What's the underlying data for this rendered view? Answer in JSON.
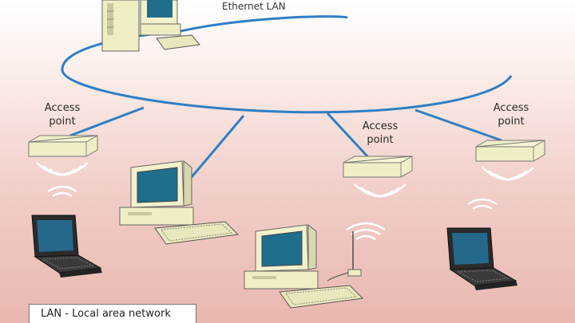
{
  "diagram": {
    "network_label": "Ethernet LAN",
    "access_points": [
      {
        "line1": "Access",
        "line2": "point"
      },
      {
        "line1": "Access",
        "line2": "point"
      },
      {
        "line1": "Access",
        "line2": "point"
      }
    ],
    "caption": "LAN - Local area network"
  },
  "colors": {
    "cable": "#2e7fc4",
    "monitor_screen": "#1f6e8c",
    "beige": "#efedc4",
    "background_bottom": "#e9b8b0"
  },
  "icons": [
    "server-icon",
    "desktop-computer-icon",
    "laptop-icon",
    "access-point-icon",
    "wireless-signal-icon",
    "antenna-icon"
  ]
}
